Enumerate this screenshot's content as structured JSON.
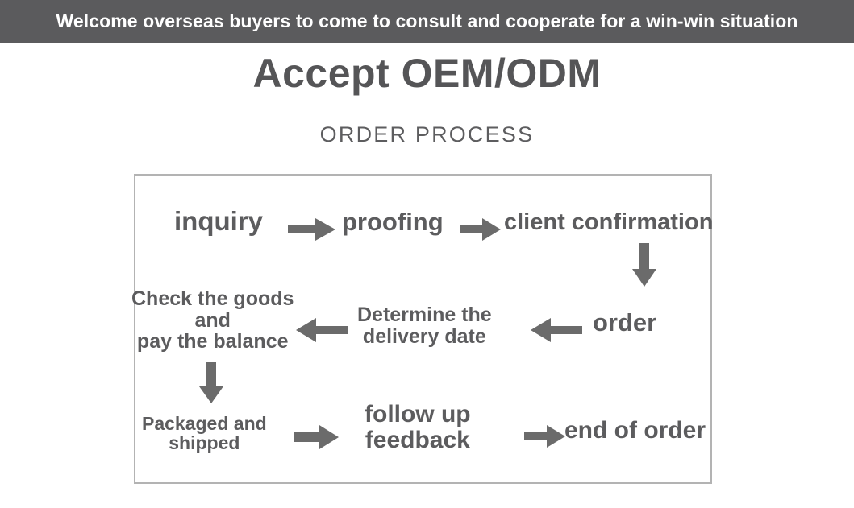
{
  "banner": {
    "text": "Welcome overseas buyers to come to consult and cooperate for a win-win situation",
    "background_color": "#5b5b5d",
    "text_color": "#ffffff"
  },
  "headings": {
    "title": "Accept OEM/ODM",
    "subtitle": "ORDER PROCESS",
    "text_color": "#555557"
  },
  "flowchart": {
    "border_color": "#b3b3b3",
    "node_color": "#5c5c5e",
    "arrow_color": "#6b6b6b",
    "nodes": [
      {
        "id": "inquiry",
        "label": "inquiry"
      },
      {
        "id": "proofing",
        "label": "proofing"
      },
      {
        "id": "client-confirmation",
        "label": "client confirmation"
      },
      {
        "id": "order",
        "label": "order"
      },
      {
        "id": "determine-delivery-date",
        "label": "Determine the\ndelivery date"
      },
      {
        "id": "check-goods-pay-balance",
        "label": "Check the goods\nand\npay the balance"
      },
      {
        "id": "packaged-shipped",
        "label": "Packaged and\nshipped"
      },
      {
        "id": "follow-up-feedback",
        "label": "follow up\nfeedback"
      },
      {
        "id": "end-of-order",
        "label": "end of order"
      }
    ],
    "arrows": [
      {
        "id": "inquiry-to-proofing",
        "direction": "right"
      },
      {
        "id": "proofing-to-client-confirmation",
        "direction": "right"
      },
      {
        "id": "client-confirmation-to-order",
        "direction": "down"
      },
      {
        "id": "order-to-determine",
        "direction": "left"
      },
      {
        "id": "determine-to-check-goods",
        "direction": "left"
      },
      {
        "id": "check-goods-to-packaged",
        "direction": "down"
      },
      {
        "id": "packaged-to-follow-up",
        "direction": "right"
      },
      {
        "id": "follow-up-to-end-of-order",
        "direction": "right"
      }
    ]
  }
}
